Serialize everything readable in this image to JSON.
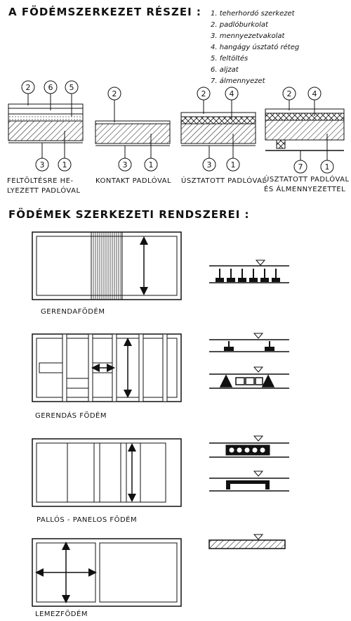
{
  "section_titles": {
    "parts": "A FÖDÉMSZERKEZET RÉSZEI :",
    "systems": "FÖDÉMEK SZERKEZETI RENDSZEREI :"
  },
  "legend": [
    "1. teherhordó szerkezet",
    "2. padlóburkolat",
    "3. mennyezetvakolat",
    "4. hangágy úsztató réteg",
    "5. feltöltés",
    "6. aljzat",
    "7. álmennyezet"
  ],
  "sections": [
    {
      "label_lines": [
        "FELTÖLTÉSRE HE-",
        "LYEZETT PADLÓVAL"
      ],
      "top_markers": [
        "2",
        "6",
        "5"
      ],
      "bottom_markers": [
        "3",
        "1"
      ]
    },
    {
      "label_lines": [
        "KONTAKT PADLÓVAL"
      ],
      "top_markers": [
        "2"
      ],
      "bottom_markers": [
        "3",
        "1"
      ]
    },
    {
      "label_lines": [
        "ÚSZTATOTT PADLÓVAL"
      ],
      "top_markers": [
        "2",
        "4"
      ],
      "bottom_markers": [
        "3",
        "1"
      ]
    },
    {
      "label_lines": [
        "ÚSZTATOTT PADLÓVAL",
        "ÉS ÁLMENNYEZETTEL"
      ],
      "top_markers": [
        "2",
        "4"
      ],
      "bottom_markers": [
        "7",
        "1"
      ]
    }
  ],
  "systems": [
    {
      "label": "GERENDAFÖDÉM"
    },
    {
      "label": "GERENDÁS FÖDÉM"
    },
    {
      "label": "PALLÓS - PANELOS FÖDÉM"
    },
    {
      "label": "LEMEZFÖDÉM"
    }
  ]
}
